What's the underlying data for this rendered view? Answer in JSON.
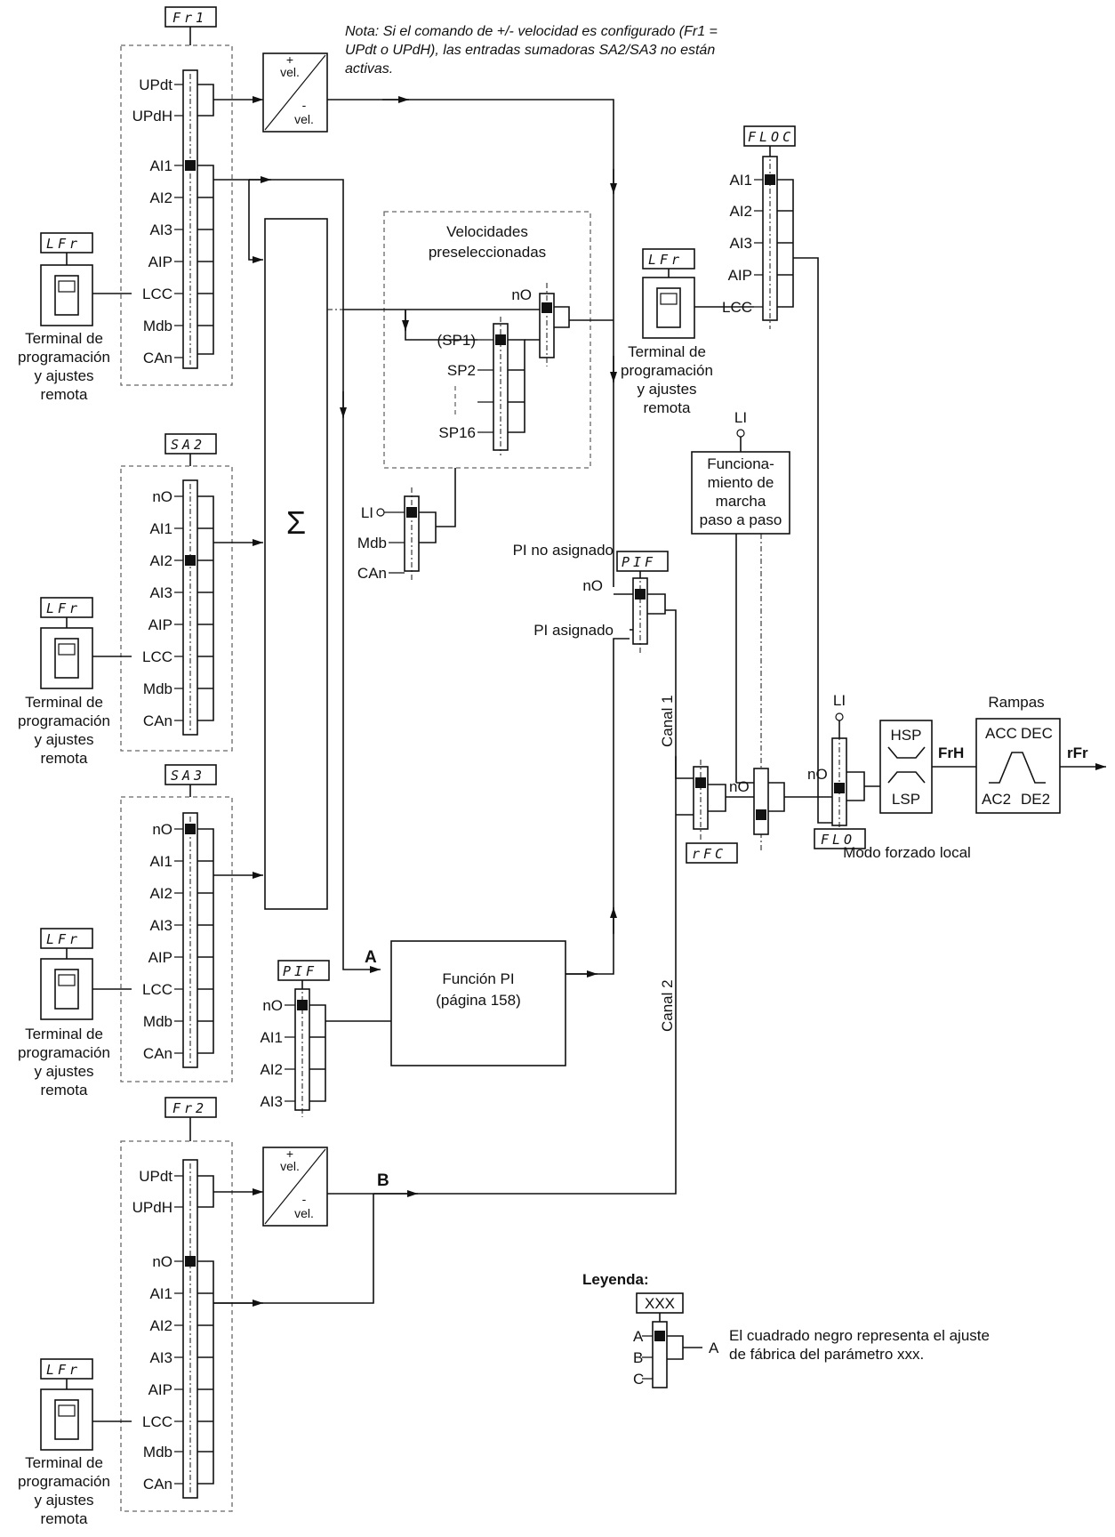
{
  "note": {
    "line1": "Nota: Si el comando de +/- velocidad es configurado (Fr1 =",
    "line2": "UPdt o UPdH), las entradas sumadoras SA2/SA3 no están",
    "line3": "activas."
  },
  "params": {
    "fr1": "Fr1",
    "fr2": "Fr2",
    "sa2": "SA2",
    "sa3": "SA3",
    "floc": "FLOC",
    "flo": "FLO",
    "rfc": "rFC",
    "pif": "PIF",
    "lfr": "LFr"
  },
  "inputs": {
    "fr1": [
      "UPdt",
      "UPdH",
      "AI1",
      "AI2",
      "AI3",
      "AIP",
      "LCC",
      "Mdb",
      "CAn"
    ],
    "sa": [
      "nO",
      "AI1",
      "AI2",
      "AI3",
      "AIP",
      "LCC",
      "Mdb",
      "CAn"
    ],
    "fr2": [
      "UPdt",
      "UPdH",
      "nO",
      "AI1",
      "AI2",
      "AI3",
      "AIP",
      "LCC",
      "Mdb",
      "CAn"
    ],
    "floc": [
      "AI1",
      "AI2",
      "AI3",
      "AIP",
      "LCC"
    ],
    "pif_lower": [
      "nO",
      "AI1",
      "AI2",
      "AI3"
    ],
    "preset_sel": [
      "LI",
      "Mdb",
      "CAn"
    ]
  },
  "speed_block": {
    "plus": "+",
    "plus_label": "vel.",
    "minus": "-",
    "minus_label": "vel."
  },
  "terminal": {
    "line1": "Terminal de",
    "line2": "programación",
    "line3": "y ajustes",
    "line4": "remota"
  },
  "sum_symbol": "Σ",
  "preset": {
    "title1": "Velocidades",
    "title2": "preseleccionadas",
    "no": "nO",
    "sp1": "(SP1)",
    "sp2": "SP2",
    "sp16": "SP16"
  },
  "pi": {
    "not_assigned": "PI no asignado",
    "no": "nO",
    "assigned": "PI asignado",
    "function_line1": "Función PI",
    "function_line2": "(página 158)",
    "label_a": "A",
    "label_b": "B"
  },
  "jog": {
    "li": "LI",
    "line1": "Funciona-",
    "line2": "miento de",
    "line3": "marcha",
    "line4": "paso a paso"
  },
  "channels": {
    "canal1": "Canal 1",
    "canal2": "Canal 2"
  },
  "switch_labels": {
    "no_rfc": "nO",
    "no_jog": "nO",
    "li_flo": "LI"
  },
  "forced_local": "Modo forzado local",
  "limits": {
    "hsp": "HSP",
    "lsp": "LSP",
    "frh": "FrH"
  },
  "ramps": {
    "title": "Rampas",
    "acc": "ACC",
    "dec": "DEC",
    "ac2": "AC2",
    "de2": "DE2",
    "out": "rFr"
  },
  "legend": {
    "title": "Leyenda:",
    "param": "XXX",
    "a": "A",
    "b": "B",
    "c": "C",
    "out": "A",
    "text1": "El cuadrado negro representa el ajuste",
    "text2": "de fábrica del parámetro xxx."
  }
}
